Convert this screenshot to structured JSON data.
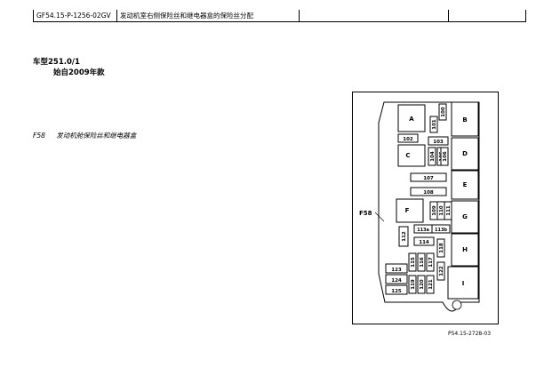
{
  "header": {
    "doc_code": "GF54.15-P-1256-02GV",
    "title": "发动机室右侧保险丝和继电器盒的保险丝分配",
    "col3": "",
    "col4": ""
  },
  "model": {
    "label": "车型251.0/1",
    "since": "始自2009年款"
  },
  "component": {
    "code": "F58",
    "description": "发动机舱保险丝和继电器盒"
  },
  "diagram": {
    "callout": "F58",
    "relays": [
      "A",
      "B",
      "C",
      "D",
      "E",
      "F",
      "G",
      "H",
      "I"
    ],
    "fuses": [
      "100",
      "101",
      "102",
      "103",
      "104",
      "105",
      "106",
      "107",
      "108",
      "109",
      "110",
      "111",
      "112",
      "113a",
      "113b",
      "114",
      "115",
      "116",
      "117",
      "118",
      "119",
      "120",
      "121",
      "122",
      "123",
      "124",
      "125"
    ],
    "colors": {
      "line": "#000000",
      "background": "#ffffff"
    }
  },
  "figure_id": "P54.15-2728-03"
}
